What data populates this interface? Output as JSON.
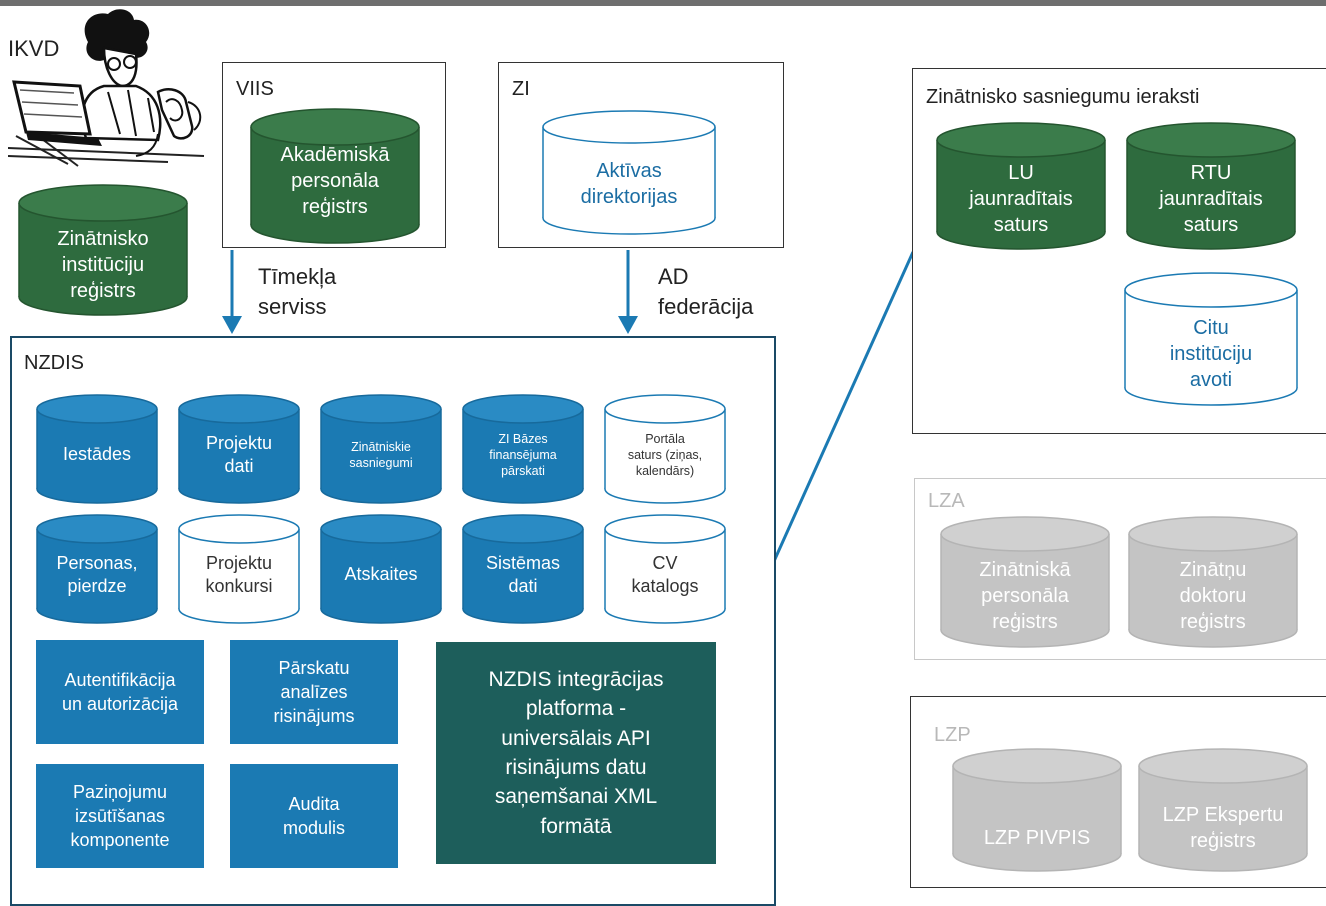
{
  "colors": {
    "green": "#2e6b3e",
    "blue": "#1b7ab3",
    "teal": "#1d5e5b",
    "gray": "#c4c4c4",
    "outline": "#1b7ab3"
  },
  "ikvd": {
    "title": "IKVD",
    "illustration": "person-at-computer-icon",
    "registry": "Zinātnisko\ninstitūciju\nreģistrs"
  },
  "viis": {
    "title": "VIIS",
    "registry": "Akadēmiskā\npersonāla\nreģistrs",
    "link": "Tīmekļa\nserviss"
  },
  "zi": {
    "title": "ZI",
    "directory": "Aktīvas\ndirektorijas",
    "link": "AD\nfederācija"
  },
  "nzdis": {
    "title": "NZDIS",
    "row1": [
      "Iestādes",
      "Projektu\ndati",
      "Zinātniskie\nsasniegumi",
      "ZI Bāzes\nfinansējuma\npārskati",
      "Portāla\nsaturs (ziņas,\nkalendārs)"
    ],
    "row2": [
      "Personas,\npierdze",
      "Projektu\nkonkursi",
      "Atskaites",
      "Sistēmas\ndati",
      "CV\nkatalogs"
    ],
    "auth": "Autentifikācija\nun autorizācija",
    "reports": "Pārskatu\nanalīzes\nrisinājums",
    "notifications": "Paziņojumu\nizsūtīšanas\nkomponente",
    "audit": "Audita\nmodulis",
    "integration": "NZDIS integrācijas\nplatforma -\nuniversālais API\nrisinājums datu\nsaņemšanai XML\nformātā"
  },
  "achievements": {
    "title": "Zinātnisko sasniegumu ieraksti",
    "lu": "LU\njaunradītais\nsaturs",
    "rtu": "RTU\njaunradītais\nsaturs",
    "other": "Citu\ninstitūciju\navoti"
  },
  "lza": {
    "title": "LZA",
    "a": "Zinātniskā\npersonāla\nreģistrs",
    "b": "Zinātņu\ndoktoru\nreģistrs"
  },
  "lzp": {
    "title": "LZP",
    "a": "LZP PIVPIS",
    "b": "LZP Ekspertu\nreģistrs"
  }
}
